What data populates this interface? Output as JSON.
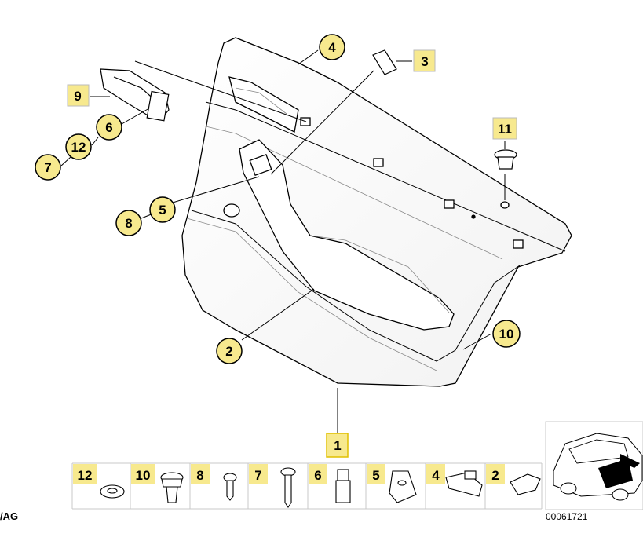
{
  "diagram": {
    "catalog_number": "00061721",
    "corner_text": "/AG",
    "callouts": [
      {
        "id": "4",
        "label": "4"
      },
      {
        "id": "3",
        "label": "3"
      },
      {
        "id": "9",
        "label": "9"
      },
      {
        "id": "6",
        "label": "6"
      },
      {
        "id": "12",
        "label": "12"
      },
      {
        "id": "7",
        "label": "7"
      },
      {
        "id": "11",
        "label": "11"
      },
      {
        "id": "5",
        "label": "5"
      },
      {
        "id": "8",
        "label": "8"
      },
      {
        "id": "2",
        "label": "2"
      },
      {
        "id": "10",
        "label": "10"
      },
      {
        "id": "1",
        "label": "1"
      }
    ],
    "legend": [
      {
        "label": "12",
        "part": "washer"
      },
      {
        "label": "10",
        "part": "expanding rivet"
      },
      {
        "label": "8",
        "part": "screw"
      },
      {
        "label": "7",
        "part": "tapping screw"
      },
      {
        "label": "6",
        "part": "spreading rivet"
      },
      {
        "label": "5",
        "part": "clip nut"
      },
      {
        "label": "4",
        "part": "bracket"
      },
      {
        "label": "2",
        "part": "clip"
      }
    ]
  },
  "colors": {
    "highlight": "#f7e98e",
    "outline": "#000000",
    "line_gray": "#c8c8c8"
  }
}
